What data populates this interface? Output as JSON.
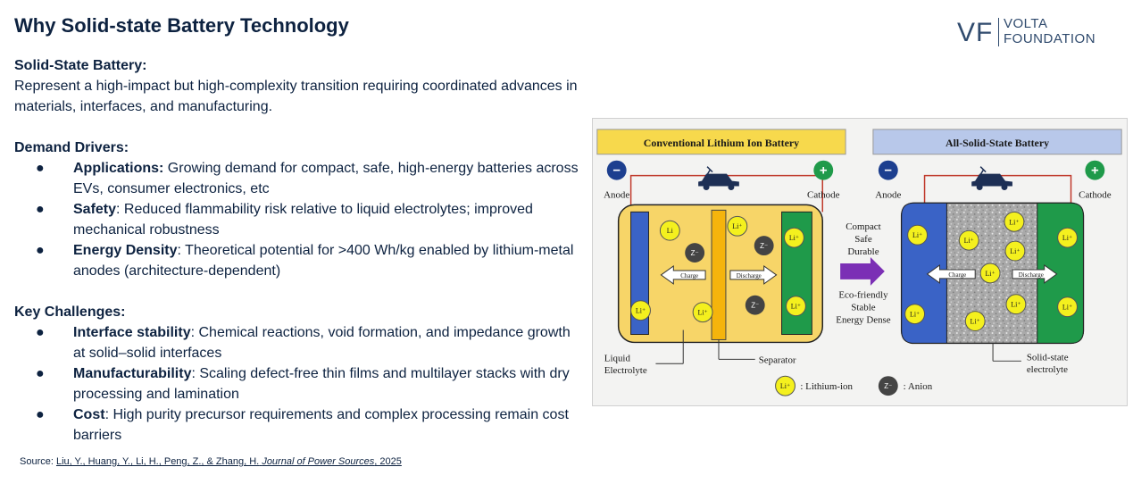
{
  "title": "Why Solid-state Battery Technology",
  "logo": {
    "mark": "VF",
    "line1": "VOLTA",
    "line2": "FOUNDATION"
  },
  "intro": {
    "heading": "Solid-State Battery:",
    "text": "Represent a high-impact but high-complexity transition requiring coordinated advances in materials, interfaces, and manufacturing."
  },
  "demand_drivers": {
    "heading": "Demand Drivers:",
    "items": [
      {
        "label": "Applications:",
        "text": " Growing demand for compact, safe, high-energy batteries across EVs, consumer electronics, etc"
      },
      {
        "label": "Safety",
        "text": ": Reduced flammability risk relative to liquid electrolytes; improved mechanical robustness"
      },
      {
        "label": "Energy Density",
        "text": ": Theoretical potential for >400 Wh/kg enabled by lithium-metal anodes (architecture-dependent)"
      }
    ]
  },
  "key_challenges": {
    "heading": "Key Challenges:",
    "items": [
      {
        "label": "Interface stability",
        "text": ": Chemical reactions, void formation, and impedance growth at solid–solid interfaces"
      },
      {
        "label": "Manufacturability",
        "text": ": Scaling defect-free thin films and multilayer stacks with dry processing and lamination"
      },
      {
        "label": "Cost",
        "text": ": High purity precursor requirements and complex processing remain cost barriers"
      }
    ]
  },
  "bullet_glyph": "●",
  "source": {
    "prefix": "Source: ",
    "authors": "Liu, Y., Huang, Y., Li, H., Peng, Z., & Zhang, H.",
    "journal": "Journal of Power Sources",
    "year": ", 2025"
  },
  "diagram": {
    "left_title": "Conventional Lithium Ion Battery",
    "right_title": "All-Solid-State Battery",
    "anode": "Anode",
    "cathode": "Cathode",
    "minus": "−",
    "plus": "+",
    "charge": "Charge",
    "discharge": "Discharge",
    "li": "Li",
    "li_plus": "Li⁺",
    "anion": "Z⁻",
    "liquid_electrolyte_1": "Liquid",
    "liquid_electrolyte_2": "Electrolyte",
    "separator": "Separator",
    "solid_state_1": "Solid-state",
    "solid_state_2": "electrolyte",
    "middle_top": [
      "Compact",
      "Safe",
      "Durable"
    ],
    "middle_bottom": [
      "Eco-friendly",
      "Stable",
      "Energy Dense"
    ],
    "legend_li": ": Lithium-ion",
    "legend_anion": ": Anion",
    "colors": {
      "left_title_bg": "#f7d94c",
      "right_title_bg": "#b8c8ea",
      "anode_blue": "#3a63c6",
      "cathode_green": "#1f9a4a",
      "electrolyte_yellow": "#f7d568",
      "separator_orange": "#f5b40c",
      "solid_gray": "#a9a9a9",
      "ion_yellow": "#f4f01e",
      "anion_gray": "#444444",
      "arrow_purple": "#7b2fb5",
      "wire_red": "#c0392b"
    }
  }
}
